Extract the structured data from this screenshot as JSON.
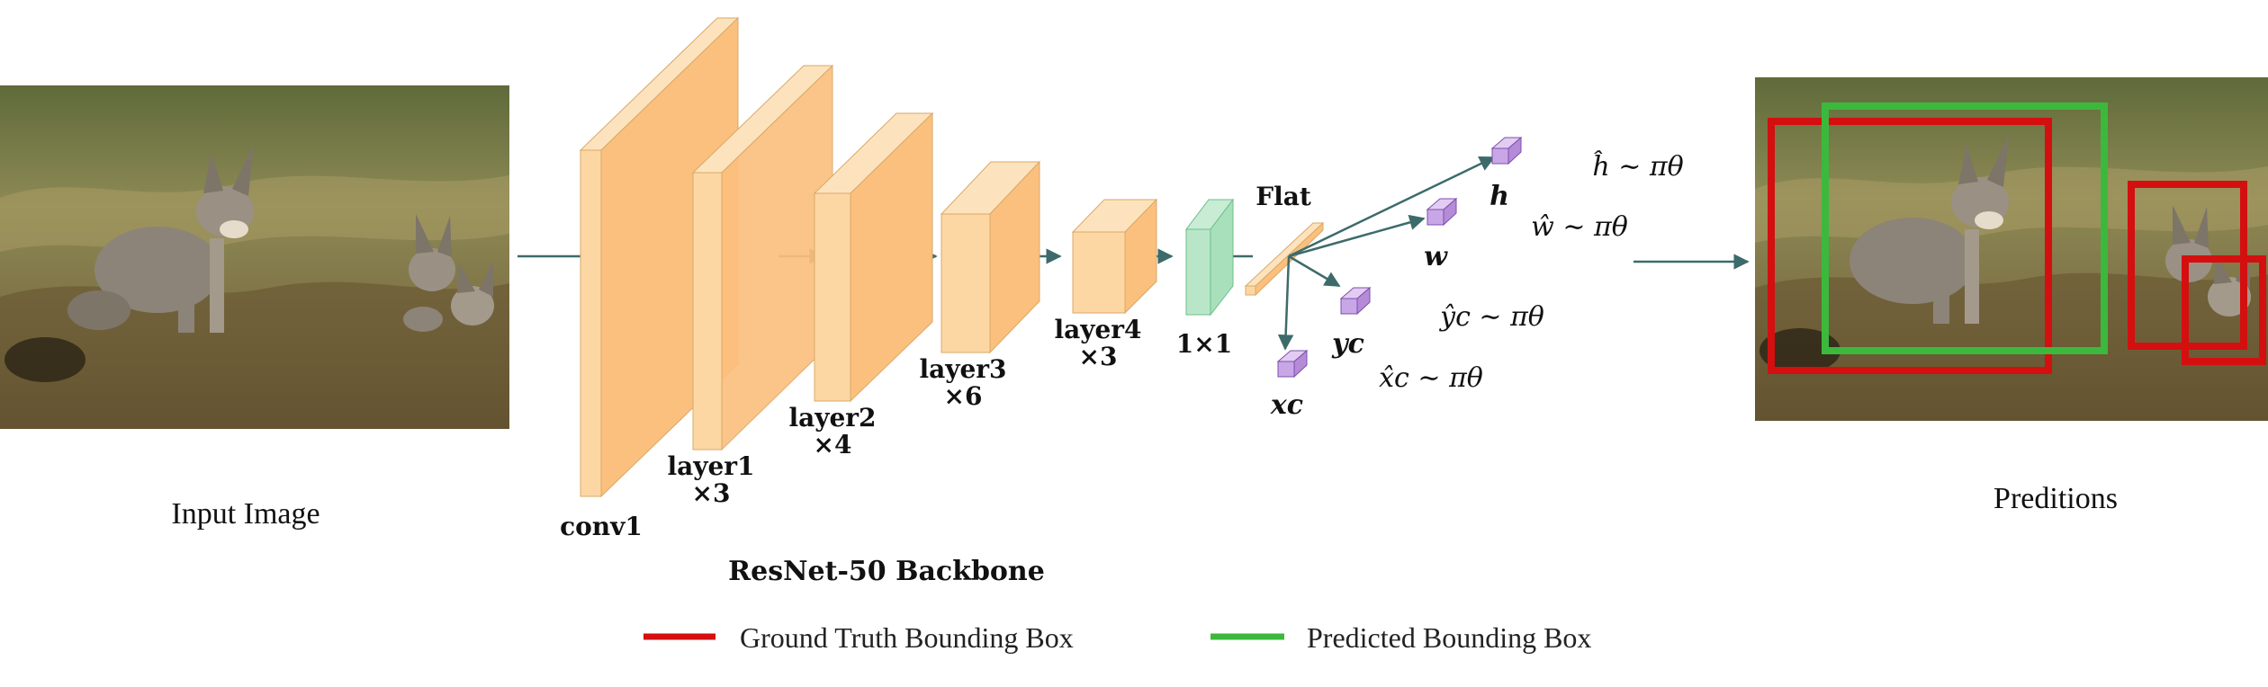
{
  "input": {
    "caption": "Input Image"
  },
  "backbone": {
    "caption": "ResNet-50 Backbone",
    "layers": [
      {
        "name": "conv1",
        "repeat": ""
      },
      {
        "name": "layer1",
        "repeat": "×3"
      },
      {
        "name": "layer2",
        "repeat": "×4"
      },
      {
        "name": "layer3",
        "repeat": "×6"
      },
      {
        "name": "layer4",
        "repeat": "×3"
      },
      {
        "name": "1×1",
        "repeat": ""
      }
    ]
  },
  "head": {
    "flat_label": "Flat",
    "outputs": [
      {
        "var": "h",
        "dist": "ĥ ∼ πθ"
      },
      {
        "var": "w",
        "dist": "ŵ ∼ πθ"
      },
      {
        "var": "yc",
        "dist": "ŷc ∼ πθ"
      },
      {
        "var": "xc",
        "dist": "x̂c ∼ πθ"
      }
    ]
  },
  "output": {
    "caption": "Preditions"
  },
  "legend": [
    {
      "label": "Ground Truth Bounding Box",
      "color": "#d40f0f"
    },
    {
      "label": "Predicted Bounding Box",
      "color": "#3cb93c"
    }
  ],
  "colors": {
    "block_fill": "#fbc07e",
    "block_light": "#fde3bd",
    "conv_fill": "#a8e0bb",
    "head_fill": "#b58bd8",
    "arrow": "#3d6b6b"
  }
}
